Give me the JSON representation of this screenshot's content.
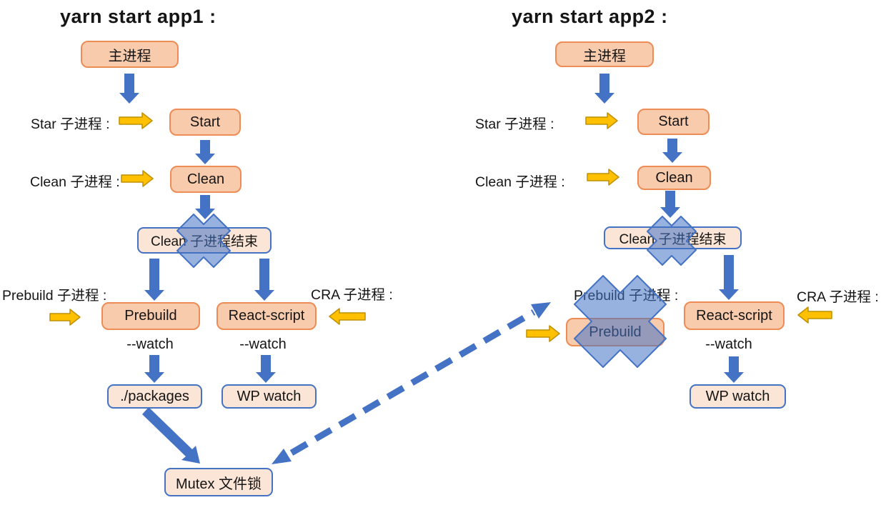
{
  "colors": {
    "accent_blue": "#4472C4",
    "arrow_yellow": "#FFC000",
    "arrow_yellow_border": "#BF9000",
    "orange_fill": "#F8CBAD",
    "orange_border": "#ED8C55",
    "peach_fill": "#FBE5D6",
    "cross_fill": "rgba(68,114,196,0.55)"
  },
  "app1": {
    "title": "yarn start app1 :",
    "labels": {
      "star": "Star 子进程 :",
      "clean": "Clean 子进程 :",
      "prebuild": "Prebuild 子进程 :",
      "cra": "CRA 子进程 :"
    },
    "boxes": {
      "main": "主进程",
      "start": "Start",
      "clean": "Clean",
      "clean_done": "Clean 子进程结束",
      "prebuild": "Prebuild",
      "react_script": "React-script",
      "packages": "./packages",
      "wp_watch": "WP watch",
      "mutex": "Mutex 文件锁"
    },
    "watch_prebuild": "--watch",
    "watch_react": "--watch"
  },
  "app2": {
    "title": "yarn start app2 :",
    "labels": {
      "star": "Star 子进程 :",
      "clean": "Clean 子进程 :",
      "prebuild": "Prebuild 子进程 :",
      "cra": "CRA 子进程 :"
    },
    "boxes": {
      "main": "主进程",
      "start": "Start",
      "clean": "Clean",
      "clean_done": "Clean 子进程结束",
      "prebuild": "Prebuild",
      "react_script": "React-script",
      "wp_watch": "WP watch"
    },
    "watch_react": "--watch"
  }
}
